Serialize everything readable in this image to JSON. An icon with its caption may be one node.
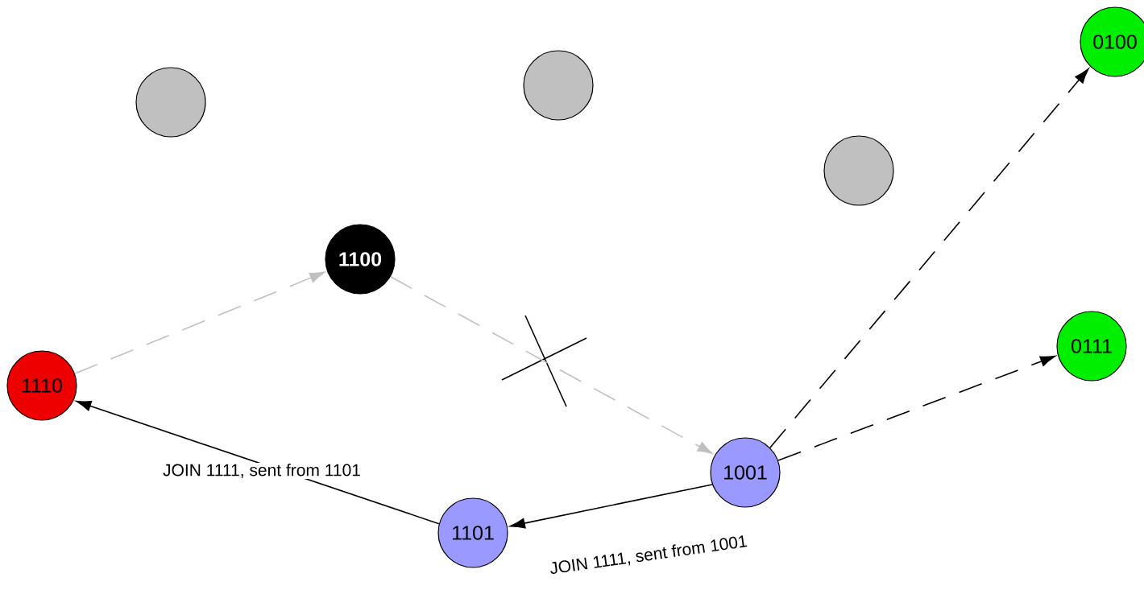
{
  "diagram": {
    "nodes": [
      {
        "text": [],
        "shape": "circle"
      },
      {
        "text": [],
        "shape": "circle"
      },
      {
        "text": [
          "0100"
        ]
      },
      {
        "text": [],
        "shape": "circle"
      },
      {
        "text": [
          "1100"
        ]
      },
      {
        "text": [
          "0111"
        ]
      },
      {
        "text": [
          "1110"
        ]
      },
      {
        "text": [
          "1001"
        ]
      },
      {
        "text": [
          "1101"
        ]
      }
    ],
    "edges": [
      {
        "from": 6,
        "to": 4,
        "arrow": "to",
        "style": "dashed",
        "color": "#c0c0c0"
      },
      {
        "from": 4,
        "to": 7,
        "arrow": "to",
        "style": "dashed",
        "color": "#c0c0c0"
      },
      {
        "from": 7,
        "to": 2,
        "arrow": "to",
        "style": "dashed"
      },
      {
        "from": 7,
        "to": 5,
        "arrow": "to",
        "style": "dashed"
      },
      {
        "from": 7,
        "to": 8,
        "arrow": "to",
        "label": "JOIN 1111, sent from 1001"
      },
      {
        "from": 8,
        "to": 6,
        "arrow": "to",
        "label": "JOIN 1111, sent from 1101"
      }
    ]
  }
}
